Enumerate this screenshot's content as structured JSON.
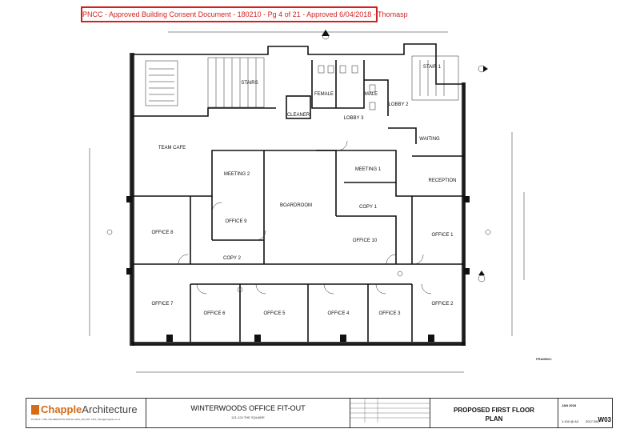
{
  "stamp_text": "PNCC  -  Approved Building Consent Document  -  180210  -  Pg 4 of 21  -  Approved 6/04/2018  -  Thomasp",
  "rooms": {
    "team_cafe": "TEAM CAFE",
    "meeting2": "MEETING 2",
    "boardroom": "BOARDROOM",
    "meeting1": "MEETING 1",
    "reception": "RECEPTION",
    "waiting": "WAITING",
    "copy1": "COPY 1",
    "office10": "OFFICE 10",
    "office9": "OFFICE 9",
    "office8": "OFFICE 8",
    "office1": "OFFICE 1",
    "copy2": "COPY 2",
    "office7": "OFFICE 7",
    "office6": "OFFICE 6",
    "office5": "OFFICE 5",
    "office4": "OFFICE 4",
    "office3": "OFFICE 3",
    "office2": "OFFICE 2",
    "stairs": "STAIRS",
    "female": "FEMALE",
    "male": "MALE",
    "cleaner": "CLEANER",
    "lobby3": "LOBBY 3",
    "lobby2": "LOBBY 2",
    "stair1": "STAIR 1"
  },
  "notes": {
    "framing": "FRAMING:"
  },
  "titleblock": {
    "logo_chapple": "Chapple",
    "logo_architecture": "Architecture",
    "address": "PO BOX 7 780, PALMERSTON NORTH 4440, (06) 357 7112, office@chapple.co.nz",
    "project_name": "WINTERWOODS OFFICE FIT-OUT",
    "project_address": "121-124 THE SQUARE",
    "sheet_title_line1": "PROPOSED FIRST FLOOR",
    "sheet_title_line2": "PLAN",
    "date": "JAN 2018",
    "scale": "1:100 @ A3",
    "job_no": "2017.050",
    "sheet_no": "W03"
  }
}
